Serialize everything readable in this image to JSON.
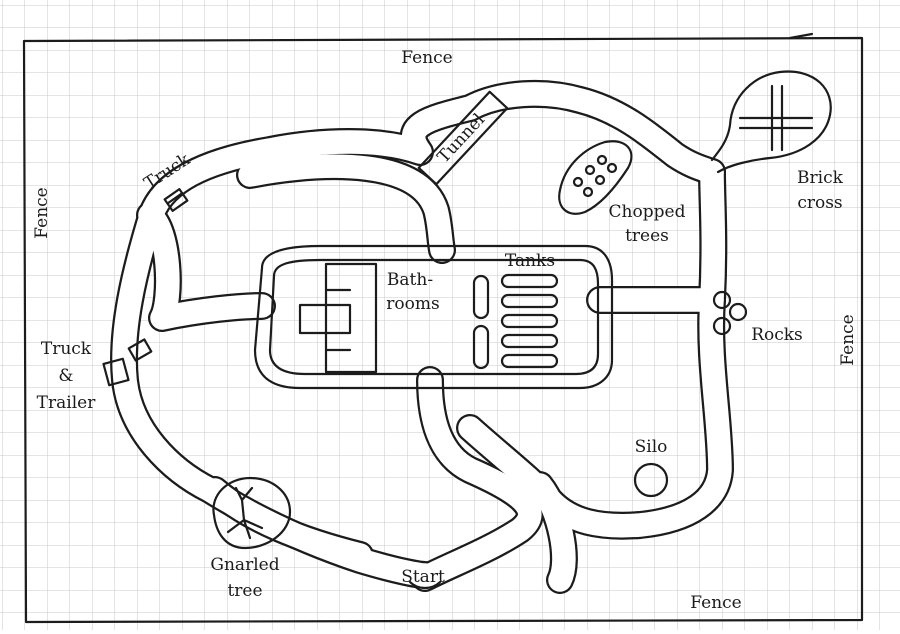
{
  "labels": {
    "fence_top": "Fence",
    "fence_left": "Fence",
    "fence_right": "Fence",
    "fence_bottom": "Fence",
    "truck": "Truck",
    "tunnel": "Tunnel",
    "chopped_trees_1": "Chopped",
    "chopped_trees_2": "trees",
    "brick_cross_1": "Brick",
    "brick_cross_2": "cross",
    "bathrooms_1": "Bath-",
    "bathrooms_2": "rooms",
    "tanks": "Tanks",
    "rocks": "Rocks",
    "truck_trailer_1": "Truck",
    "truck_trailer_2": "&",
    "truck_trailer_3": "Trailer",
    "silo": "Silo",
    "gnarled_tree_1": "Gnarled",
    "gnarled_tree_2": "tree",
    "start": "Start"
  },
  "colors": {
    "paper": "#ffffff",
    "grid": "#c9c9c9",
    "ink": "#1c1c1c"
  }
}
